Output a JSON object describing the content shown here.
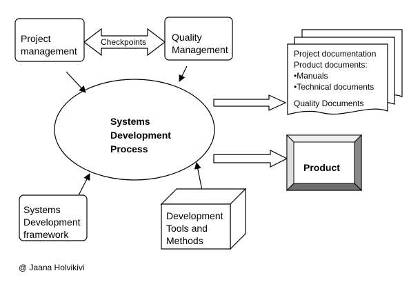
{
  "nodes": {
    "project_management": [
      "Project",
      "management"
    ],
    "quality_management": [
      "Quality",
      "Management"
    ],
    "checkpoints": "Checkpoints",
    "process": [
      "Systems",
      "Development",
      "Process"
    ],
    "framework": [
      "Systems",
      "Development",
      "framework"
    ],
    "tools": [
      "Development",
      "Tools and",
      "Methods"
    ],
    "product": "Product",
    "documents": [
      "Project documentation",
      "Product documents:",
      "•Manuals",
      "•Technical documents",
      "Quality Documents"
    ]
  },
  "credit": "@ Jaana Holvikivi"
}
